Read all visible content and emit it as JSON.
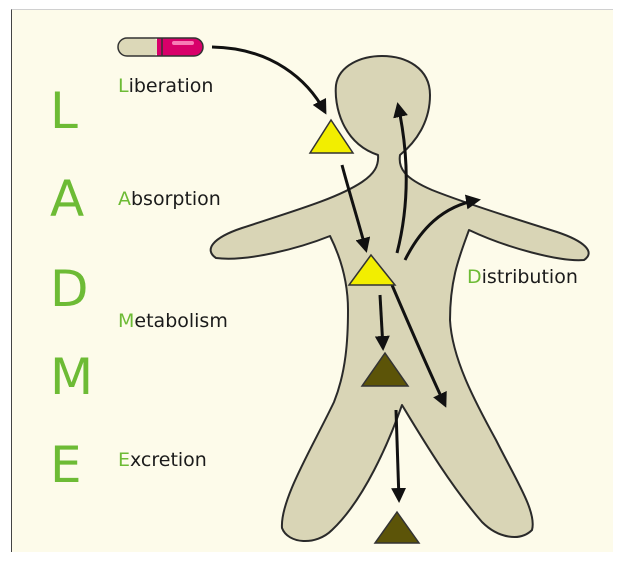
{
  "acronym": {
    "letter_1": "L",
    "letter_2": "A",
    "letter_3": "D",
    "letter_4": "M",
    "letter_5": "E"
  },
  "stages": {
    "liberation": {
      "initial": "L",
      "rest": "iberation"
    },
    "absorption": {
      "initial": "A",
      "rest": "bsorption"
    },
    "distribution": {
      "initial": "D",
      "rest": "istribution"
    },
    "metabolism": {
      "initial": "M",
      "rest": "etabolism"
    },
    "excretion": {
      "initial": "E",
      "rest": "xcretion"
    }
  },
  "colors": {
    "accent_green": "#6dbb35",
    "body_fill": "#d9d5b6",
    "drug_triangle": "#f2ee00",
    "metabolite_triangle": "#5c5408",
    "pill_cap": "#d8006a",
    "pill_body": "#dcd8b8",
    "background": "#fdfbea"
  },
  "icons": {
    "pill": "pill-capsule-icon",
    "drug": "yellow-triangle-icon",
    "metabolite": "dark-triangle-icon"
  }
}
